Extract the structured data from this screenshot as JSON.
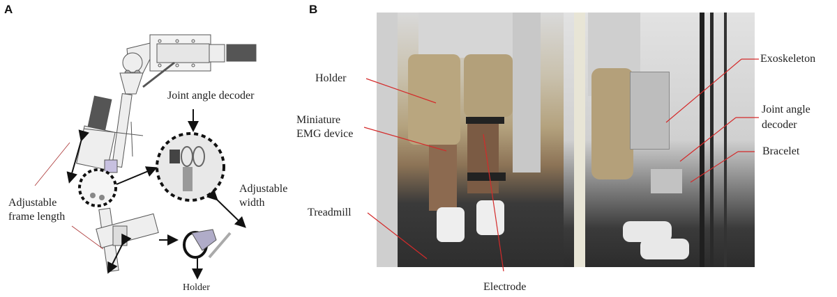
{
  "panels": {
    "A": {
      "letter": "A",
      "labels": {
        "joint_angle_decoder": "Joint angle decoder",
        "adjustable_frame_length_1": "Adjustable",
        "adjustable_frame_length_2": "frame length",
        "adjustable_width_1": "Adjustable",
        "adjustable_width_2": "width",
        "holder": "Holder"
      }
    },
    "B": {
      "letter": "B",
      "labels": {
        "holder": "Holder",
        "miniature_emg_1": "Miniature",
        "miniature_emg_2": "EMG device",
        "treadmill": "Treadmill",
        "electrode": "Electrode",
        "exoskeleton": "Exoskeleton",
        "joint_angle_decoder_1": "Joint angle",
        "joint_angle_decoder_2": "decoder",
        "bracelet": "Bracelet"
      }
    }
  },
  "colors": {
    "annotation_line": "#d42a2a",
    "arrow": "#111111",
    "dashed_circle": "#111111"
  }
}
